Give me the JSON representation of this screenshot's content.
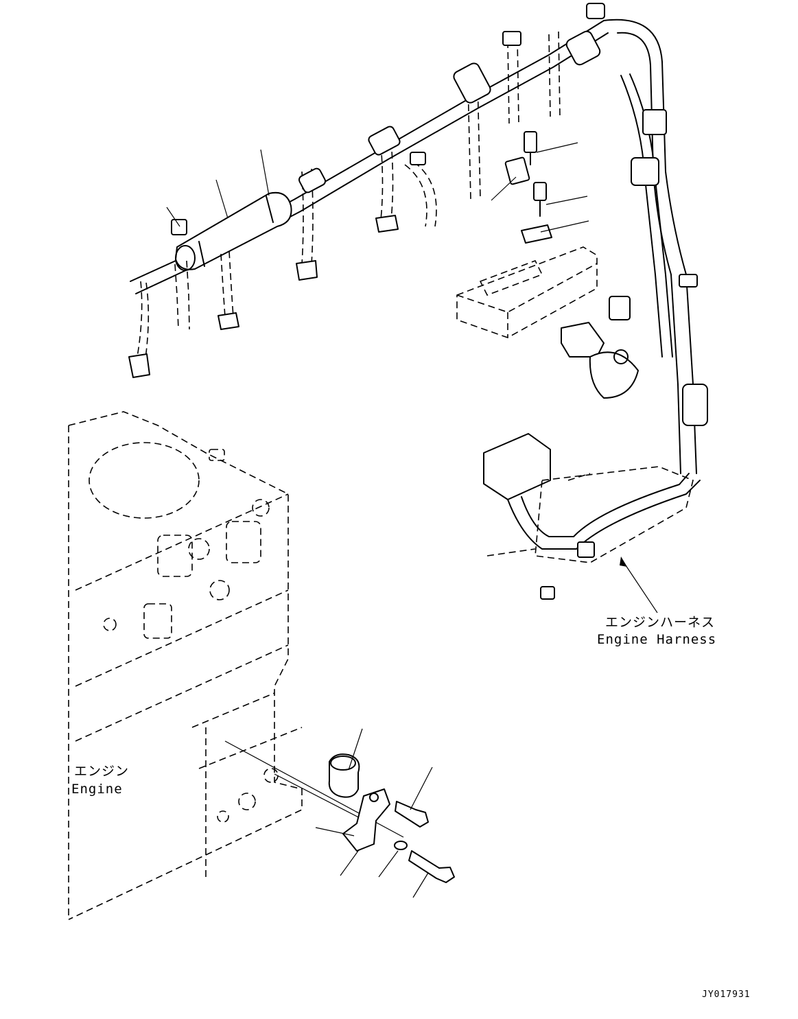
{
  "labels": {
    "harness_jp": "エンジンハーネス",
    "harness_en": "Engine Harness",
    "engine_jp": "エンジン",
    "engine_en": "Engine",
    "drawing_code": "JY017931"
  }
}
